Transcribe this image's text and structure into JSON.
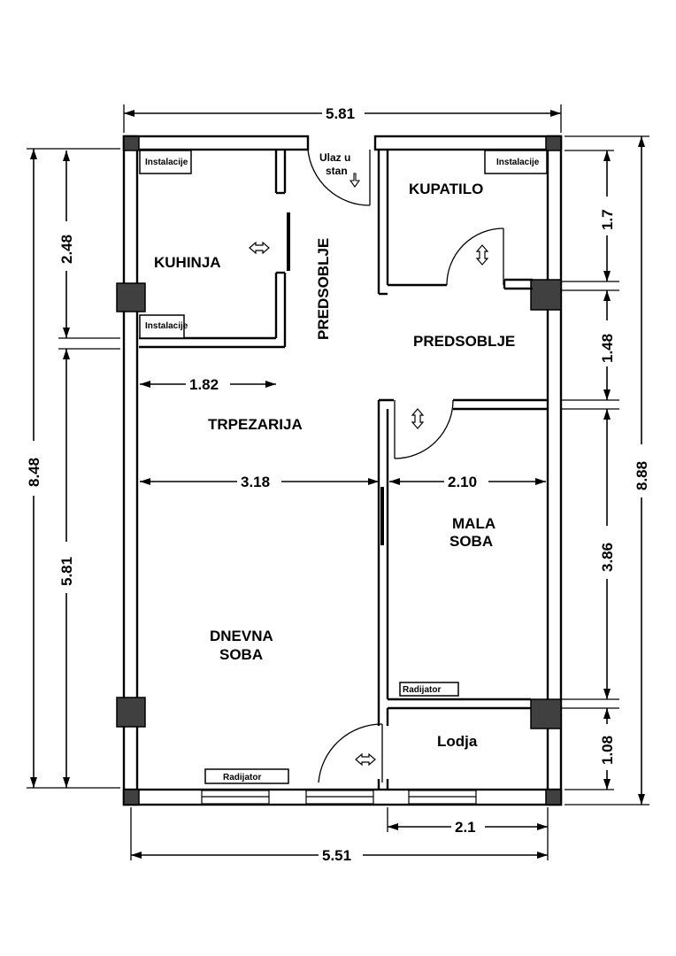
{
  "rooms": {
    "kuhinja": "KUHINJA",
    "kupatilo": "KUPATILO",
    "predsoblje_vertical": "PREDSOBLJE",
    "predsoblje": "PREDSOBLJE",
    "trpezarija": "TRPEZARIJA",
    "mala_soba_1": "MALA",
    "mala_soba_2": "SOBA",
    "dnevna_soba_1": "DNEVNA",
    "dnevna_soba_2": "SOBA",
    "lodja": "Lodja"
  },
  "entrance": {
    "line1": "Ulaz u",
    "line2": "stan"
  },
  "fixtures": {
    "instalacije": "Instalacije",
    "radijator": "Radijator"
  },
  "dimensions": {
    "top_width": "5.81",
    "bottom_width": "5.51",
    "left_outer": "8.48",
    "left_upper": "2.48",
    "left_lower": "5.81",
    "right_outer": "8.88",
    "right_1": "1.7",
    "right_2": "1.48",
    "right_3": "3.86",
    "right_4": "1.08",
    "kitchen_width": "1.82",
    "living_width": "3.18",
    "small_room_width": "2.10",
    "lodja_width": "2.1"
  },
  "icons": {
    "door_swing": "double-arrow-icon",
    "entrance_arrow": "arrow-down-icon",
    "dimension_arrow": "arrowhead-icon"
  }
}
